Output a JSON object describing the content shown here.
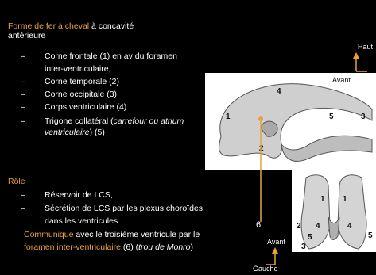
{
  "heading": {
    "highlight": "Forme de fer à cheval",
    "rest_line1": " à concavité",
    "line2": "antérieure"
  },
  "list": {
    "dash": "–",
    "items": [
      "Corne frontale (1) en av du foramen",
      "inter-ventriculaire,",
      "Corne temporale (2)",
      "Corne occipitale (3)",
      "Corps ventriculaire (4)",
      "Trigone collatéral (",
      "carrefour ou atrium",
      "ventriculaire",
      ") (5)"
    ]
  },
  "role": {
    "title": "Rôle",
    "items": [
      "Réservoir de LCS,",
      "Sécrétion de LCS par les plexus choroïdes",
      "dans les ventricules"
    ],
    "communique": "Communique",
    "communique_rest": " avec le troisième ventricule par le",
    "foramen": "foramen inter-ventriculaire",
    "foramen_rest": " (6) (",
    "trou": "trou de Monro",
    "trou_end": ")"
  },
  "orientation": {
    "haut": "Haut",
    "avant_top": "Avant",
    "avant_bottom": "Avant",
    "gauche": "Gauche"
  },
  "figure": {
    "pointer_label": "6",
    "lateral_numbers": [
      "1",
      "4",
      "5",
      "3",
      "2"
    ],
    "top_numbers": [
      "1",
      "1",
      "2",
      "4",
      "4",
      "5",
      "3",
      "5"
    ]
  },
  "colors": {
    "accent": "#e8a23a",
    "background": "#000000"
  }
}
